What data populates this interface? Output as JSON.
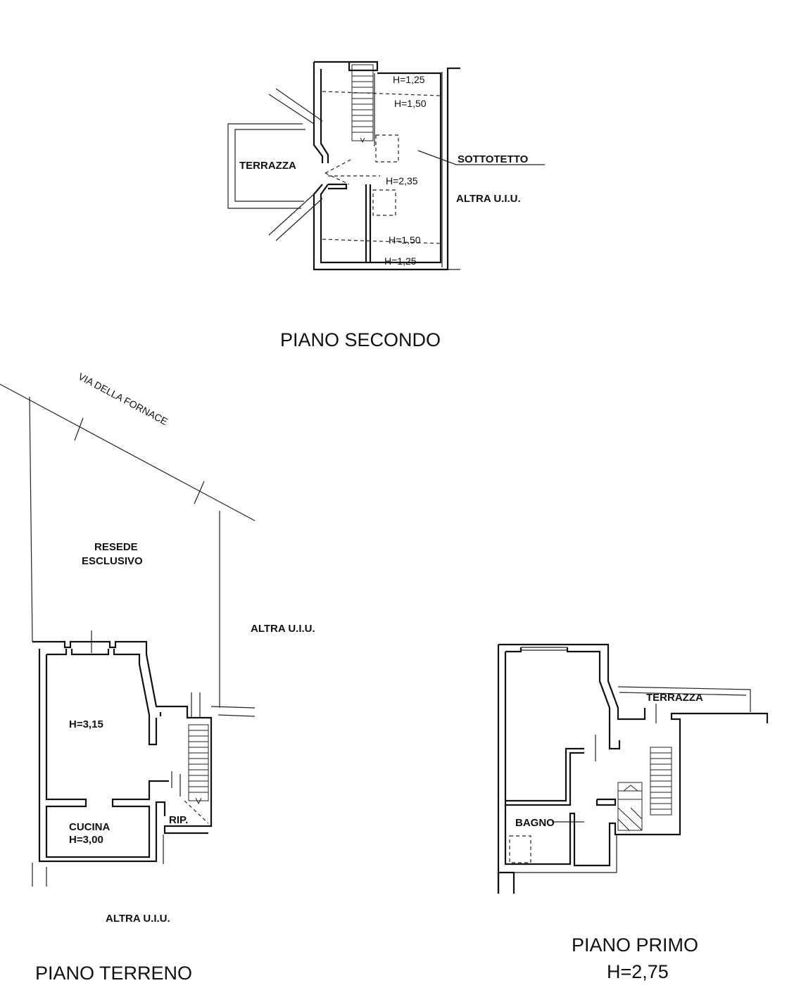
{
  "floors": {
    "second": {
      "title": "PIANO SECONDO",
      "labels": {
        "terrace": "TERRAZZA",
        "attic": "SOTTOTETTO",
        "other_unit": "ALTRA U.I.U.",
        "h_top_1": "H=1,25",
        "h_top_2": "H=1,50",
        "h_mid": "H=2,35",
        "h_bot_1": "H=1,50",
        "h_bot_2": "H=1,25"
      }
    },
    "ground": {
      "title": "PIANO TERRENO",
      "labels": {
        "street": "VIA DELLA FORNACE",
        "yard_1": "RESEDE",
        "yard_2": "ESCLUSIVO",
        "other_unit_right": "ALTRA U.I.U.",
        "other_unit_bottom": "ALTRA U.I.U.",
        "main_height": "H=3,15",
        "kitchen": "CUCINA",
        "kitchen_height": "H=3,00",
        "storage": "RIP."
      }
    },
    "first": {
      "title": "PIANO PRIMO",
      "subtitle": "H=2,75",
      "labels": {
        "terrace": "TERRAZZA",
        "bath": "BAGNO"
      }
    }
  }
}
